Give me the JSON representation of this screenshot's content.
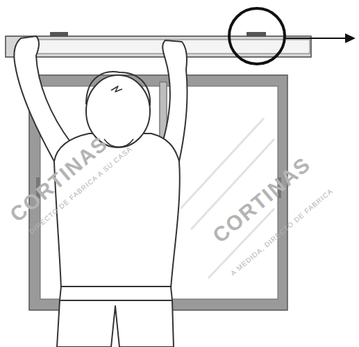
{
  "diagram": {
    "labels": [
      "CORTINAS",
      "DIRECTO DE FABRICA A SU CASA",
      "CORTINAS",
      "A MEDIDA, DIRECTO DE FABRICA"
    ]
  }
}
